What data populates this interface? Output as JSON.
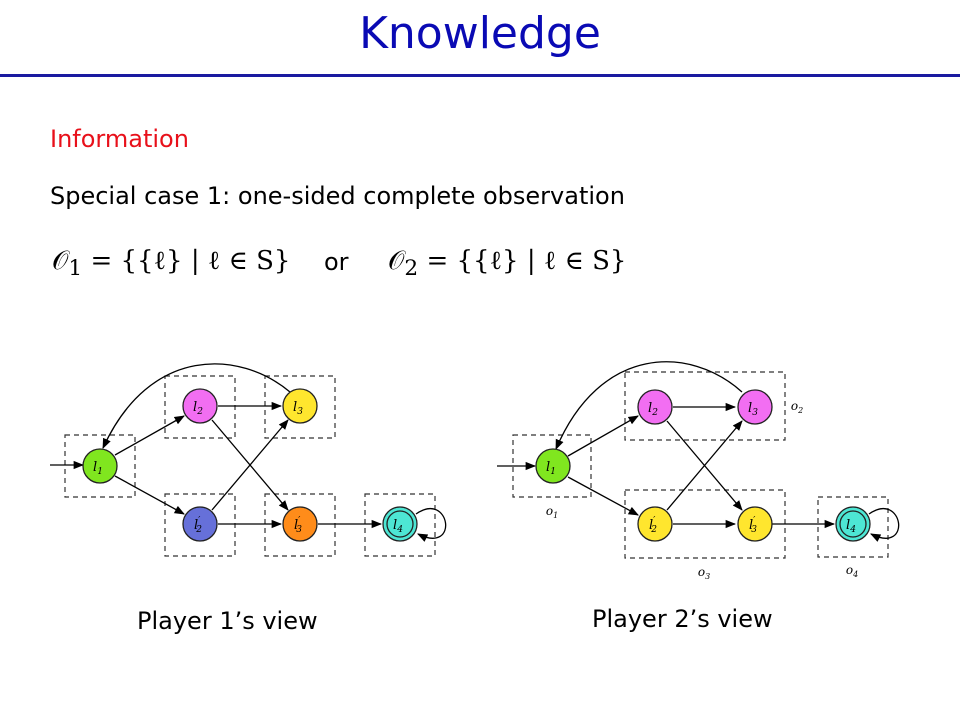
{
  "title": "Knowledge",
  "heading": "Information",
  "subtitle": "Special case 1: one-sided complete observation",
  "formulas": {
    "left": {
      "lhs": "𝒪",
      "sub": "1",
      "rhs": "= {{ℓ} | ℓ ∈ S}"
    },
    "or": "or",
    "right": {
      "lhs": "𝒪",
      "sub": "2",
      "rhs": "= {{ℓ} | ℓ ∈ S}"
    }
  },
  "diagram1": {
    "caption": "Player 1’s view",
    "nodes": [
      {
        "id": "l1",
        "label": "l",
        "sub": "1",
        "prime": false,
        "color": "#80e61f"
      },
      {
        "id": "l2",
        "label": "l",
        "sub": "2",
        "prime": false,
        "color": "#f26ef2"
      },
      {
        "id": "l3",
        "label": "l",
        "sub": "3",
        "prime": false,
        "color": "#ffe62e"
      },
      {
        "id": "l2p",
        "label": "l",
        "sub": "2",
        "prime": true,
        "color": "#6670d9"
      },
      {
        "id": "l3p",
        "label": "l",
        "sub": "3",
        "prime": true,
        "color": "#ff8c1a"
      },
      {
        "id": "l4",
        "label": "l",
        "sub": "4",
        "prime": false,
        "color": "#4de6d4"
      }
    ]
  },
  "diagram2": {
    "caption": "Player 2’s view",
    "nodes": [
      {
        "id": "l1",
        "label": "l",
        "sub": "1",
        "prime": false,
        "color": "#80e61f"
      },
      {
        "id": "l2",
        "label": "l",
        "sub": "2",
        "prime": false,
        "color": "#f26ef2"
      },
      {
        "id": "l3",
        "label": "l",
        "sub": "3",
        "prime": false,
        "color": "#f26ef2"
      },
      {
        "id": "l2p",
        "label": "l",
        "sub": "2",
        "prime": true,
        "color": "#ffe62e"
      },
      {
        "id": "l3p",
        "label": "l",
        "sub": "3",
        "prime": true,
        "color": "#ffe62e"
      },
      {
        "id": "l4",
        "label": "l",
        "sub": "4",
        "prime": false,
        "color": "#4de6d4"
      }
    ],
    "observations": [
      {
        "label": "o",
        "sub": "1"
      },
      {
        "label": "o",
        "sub": "2"
      },
      {
        "label": "o",
        "sub": "3"
      },
      {
        "label": "o",
        "sub": "4"
      }
    ]
  }
}
